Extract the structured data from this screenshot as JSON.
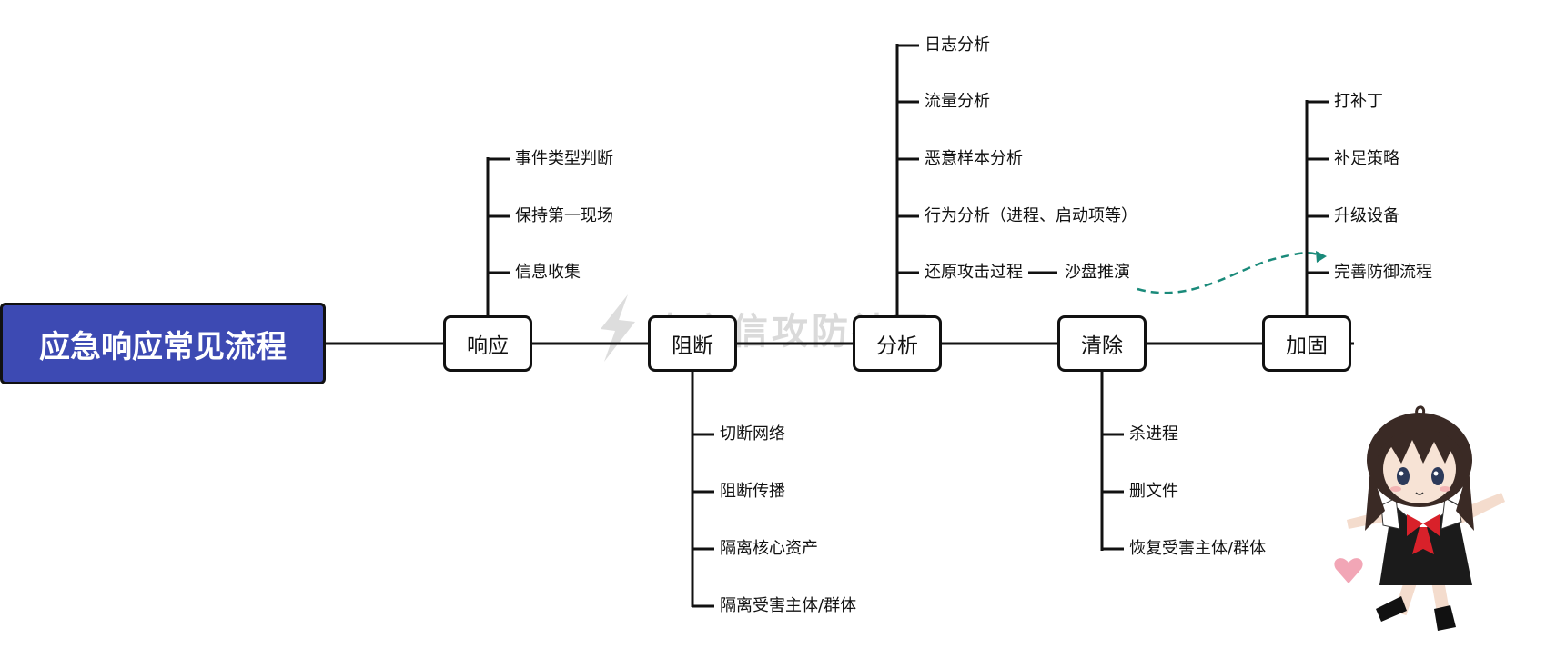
{
  "root": {
    "label": "应急响应常见流程"
  },
  "stages": [
    {
      "label": "响应",
      "items": [
        "事件类型判断",
        "保持第一现场",
        "信息收集"
      ]
    },
    {
      "label": "阻断",
      "items": [
        "切断网络",
        "阻断传播",
        "隔离核心资产",
        "隔离受害主体/群体"
      ]
    },
    {
      "label": "分析",
      "items": [
        "日志分析",
        "流量分析",
        "恶意样本分析",
        "行为分析（进程、启动项等）",
        "还原攻击过程"
      ]
    },
    {
      "label": "清除",
      "items": [
        "杀进程",
        "删文件",
        "恢复受害主体/群体"
      ]
    },
    {
      "label": "加固",
      "items": [
        "打补丁",
        "补足策略",
        "升级设备",
        "完善防御流程"
      ]
    }
  ],
  "extra": {
    "label": "沙盘推演"
  },
  "watermark": {
    "text": "奇安信攻防社区"
  },
  "colors": {
    "root_fill": "#3d4ab3",
    "line": "#111111",
    "arrow": "#1a8a7a"
  }
}
